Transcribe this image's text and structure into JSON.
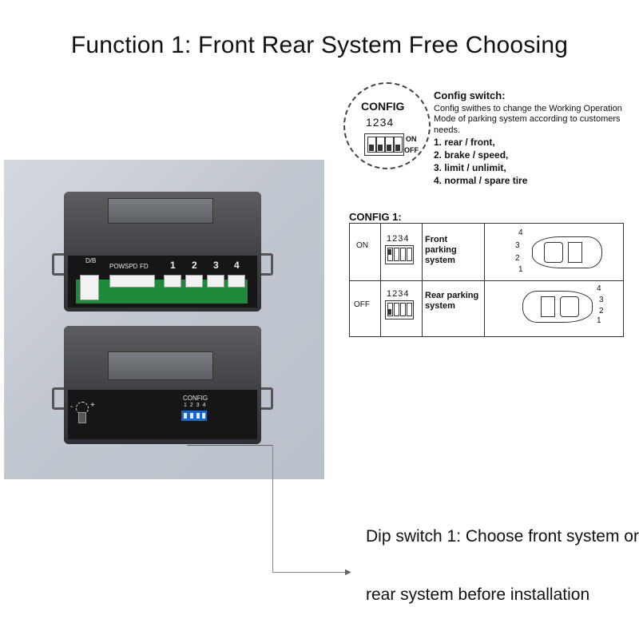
{
  "title": "Function 1: Front Rear System Free Choosing",
  "photo": {
    "top_unit_labels": {
      "db": "D/B",
      "pow": "POW",
      "spd": "SPD",
      "fd": "FD"
    },
    "sensor_ports": [
      "1",
      "2",
      "3",
      "4"
    ],
    "bottom_unit_config_label": "CONFIG",
    "bottom_unit_dip_numbers": "1 2 3 4",
    "volume_minus": "-",
    "volume_plus": "+"
  },
  "config_switch": {
    "badge_word": "CONFIG",
    "badge_numbers": "1234",
    "on_label": "ON",
    "off_label": "OFF",
    "heading": "Config switch:",
    "description": "Config swithes to change the Working Operation Mode of parking system according to customers needs.",
    "items": [
      "1. rear / front,",
      "2. brake / speed,",
      "3. limit / unlimit,",
      "4. normal / spare tire"
    ]
  },
  "config1": {
    "heading": "CONFIG 1:",
    "rows": [
      {
        "state": "ON",
        "numbers": "1234",
        "mode": "Front parking system",
        "sensor_labels": [
          "4",
          "3",
          "2",
          "1"
        ]
      },
      {
        "state": "OFF",
        "numbers": "1234",
        "mode": "Rear parking system",
        "sensor_labels": [
          "4",
          "3",
          "2",
          "1"
        ]
      }
    ]
  },
  "caption": {
    "line1": "Dip switch 1: Choose front system or",
    "line2": "rear system before installation"
  },
  "colors": {
    "pcb_green": "#1e8a3a",
    "dip_blue": "#1767c8",
    "housing": "#3f4144"
  }
}
